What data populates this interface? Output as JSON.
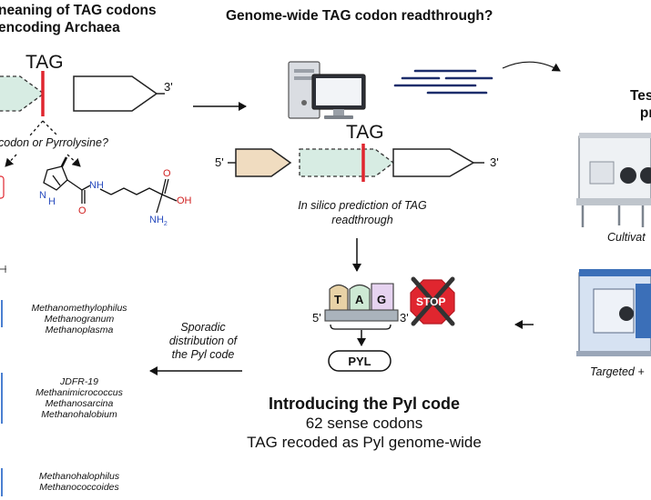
{
  "left_title": "neaning of TAG codons\nencoding Archaea",
  "middle_title": "Genome-wide TAG codon readthrough?",
  "right_title": "Testi\npre",
  "tag_left": "TAG",
  "prime3_left": "3'",
  "question": "codon or Pyrrolysine?",
  "chem": {
    "N": "N",
    "H": "H",
    "O": "O",
    "NH": "NH",
    "OH": "OH",
    "NH2": "NH",
    "sub2": "2"
  },
  "tag_middle": "TAG",
  "prime5_middle": "5'",
  "prime3_middle": "3'",
  "in_silico": "In silico prediction of TAG\nreadthrough",
  "cultivation": "Cultivat",
  "ribo": {
    "T": "T",
    "A": "A",
    "G": "G",
    "prime5": "5'",
    "prime3": "3'",
    "stop": "STOP"
  },
  "pyl_box": "PYL",
  "sporadic": "Sporadic\ndistribution of\nthe Pyl code",
  "targeted": "Targeted +",
  "introducing": {
    "title": "Introducing the Pyl code",
    "line1": "62 sense codons",
    "line2": "TAG recoded as Pyl genome-wide"
  },
  "taxa_groups": [
    [
      "Methanomethylophilus",
      "Methanogranum",
      "Methanoplasma"
    ],
    [
      "JDFR-19",
      "Methanimicrococcus",
      "Methanosarcina",
      "Methanohalobium"
    ],
    [
      "Methanohalophilus",
      "Methanococcoides"
    ]
  ],
  "colors": {
    "red": "#e0262f",
    "navy": "#1c2d6b",
    "mint": "#d7ece3",
    "tan": "#f0dcc0",
    "blue_mark": "#4a7fd1"
  }
}
